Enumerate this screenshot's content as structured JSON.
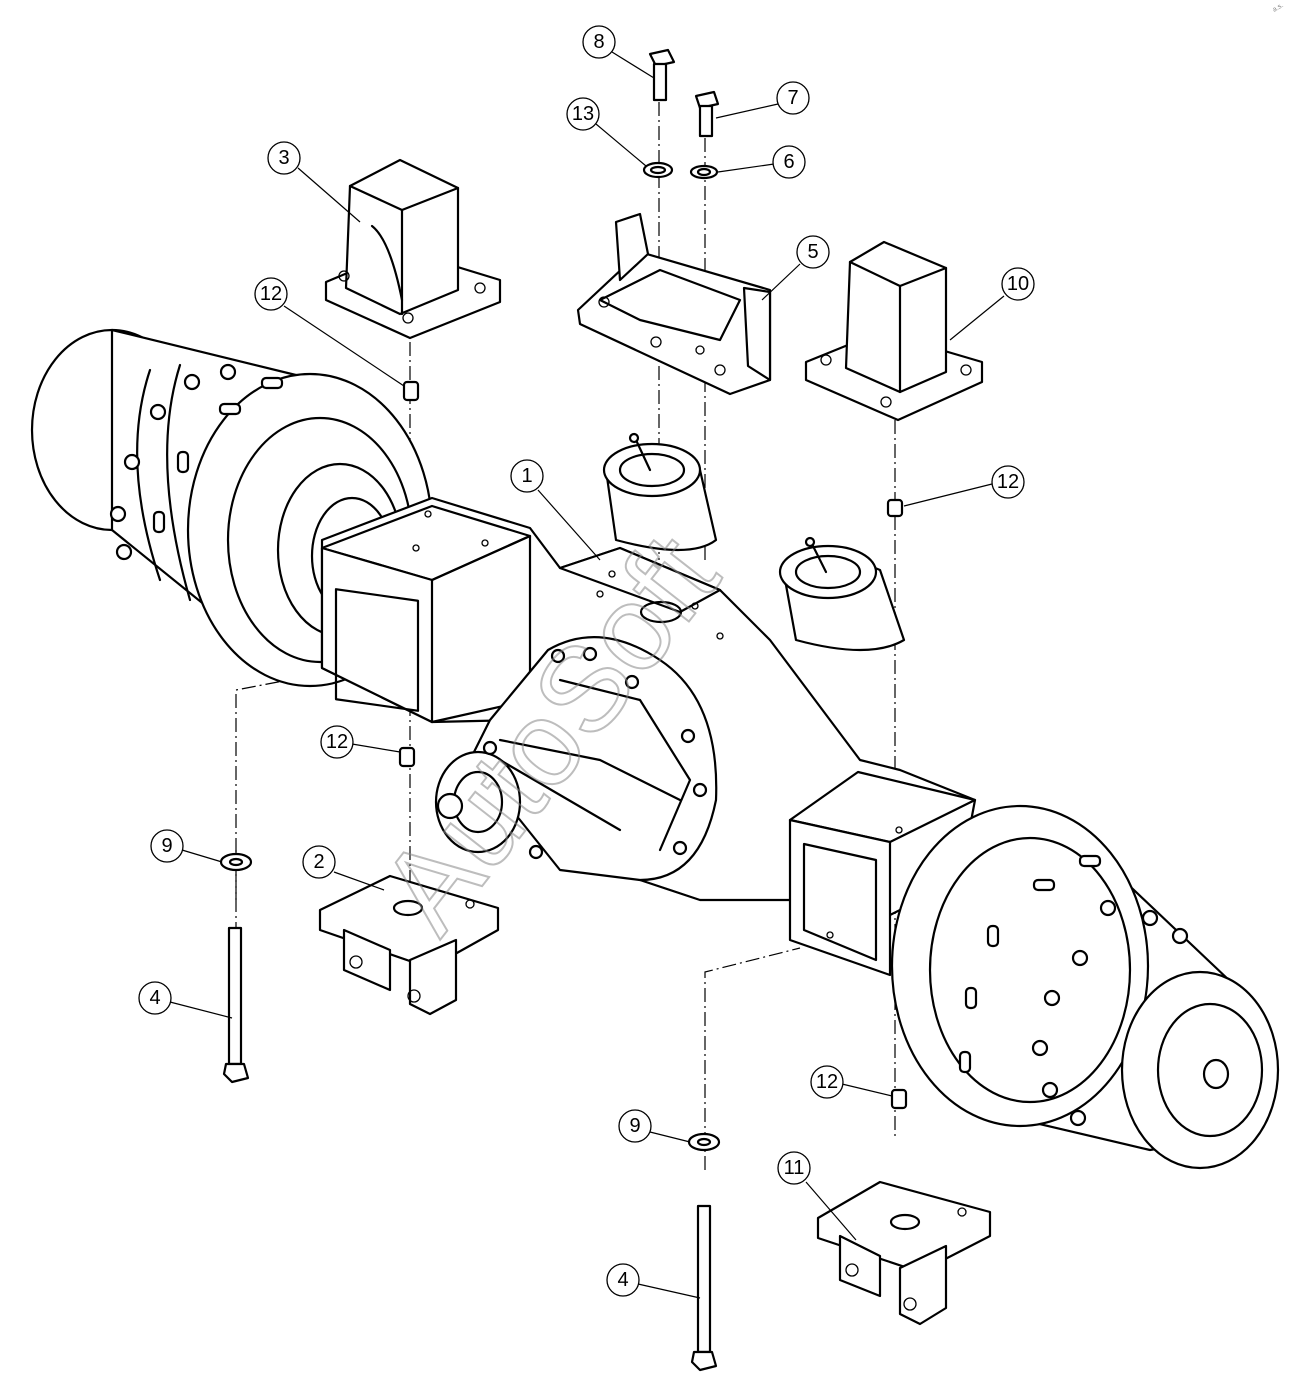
{
  "watermark": "AutoSoft",
  "corner_mark": "a.s.",
  "callouts": [
    {
      "label": "1"
    },
    {
      "label": "2"
    },
    {
      "label": "3"
    },
    {
      "label": "4"
    },
    {
      "label": "4"
    },
    {
      "label": "5"
    },
    {
      "label": "6"
    },
    {
      "label": "7"
    },
    {
      "label": "8"
    },
    {
      "label": "9"
    },
    {
      "label": "9"
    },
    {
      "label": "10"
    },
    {
      "label": "11"
    },
    {
      "label": "12"
    },
    {
      "label": "12"
    },
    {
      "label": "12"
    },
    {
      "label": "12"
    },
    {
      "label": "13"
    }
  ]
}
